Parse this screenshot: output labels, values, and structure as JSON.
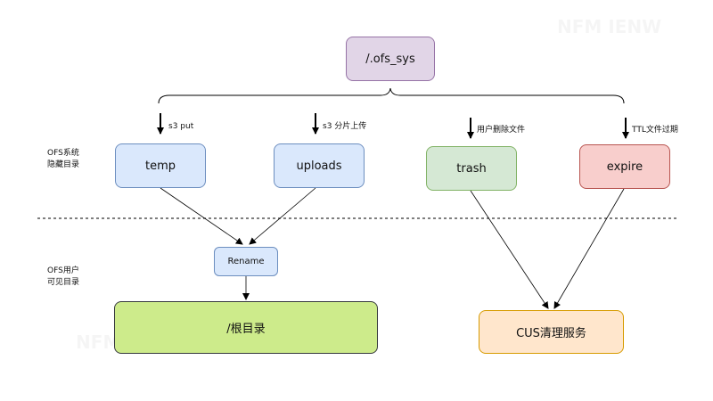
{
  "root_box": {
    "label": "/.ofs_sys"
  },
  "hidden_dirs": [
    {
      "label": "temp",
      "action": "s3 put"
    },
    {
      "label": "uploads",
      "action": "s3 分片上传"
    },
    {
      "label": "trash",
      "action": "用户删除文件"
    },
    {
      "label": "expire",
      "action": "TTL文件过期"
    }
  ],
  "rename_box": {
    "label": "Rename"
  },
  "user_root_box": {
    "label": "/根目录"
  },
  "cleanup_box": {
    "label": "CUS清理服务"
  },
  "zones": {
    "system_hidden": [
      "OFS系统",
      "隐藏目录"
    ],
    "user_visible": [
      "OFS用户",
      "可见目录"
    ]
  },
  "watermark": "NFM IENW",
  "colors": {
    "purple_fill": "#e1d5e7",
    "purple_border": "#9673a6",
    "blue_fill": "#dae8fc",
    "blue_border": "#6c8ebf",
    "green_fill": "#d5e8d4",
    "green_border": "#82b366",
    "red_fill": "#f8cecc",
    "red_border": "#b85450",
    "lime_fill": "#cdeb8b",
    "lime_border": "#36393d",
    "orange_fill": "#ffe6cc",
    "orange_border": "#d79b00"
  }
}
